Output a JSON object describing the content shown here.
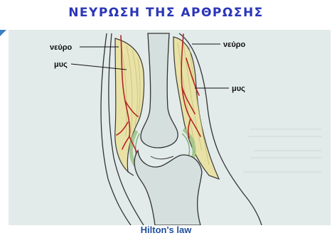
{
  "slide": {
    "title": "ΝΕΥΡΩΣΗ ΤΗΣ ΑΡΘΡΩΣΗΣ",
    "caption": "Hilton's law"
  },
  "diagram": {
    "labels": {
      "nerve_left": "νεύρο",
      "muscle_left": "μυς",
      "nerve_right": "νεύρο",
      "muscle_right": "μυς"
    }
  },
  "colors": {
    "title": "#2a35b8",
    "caption": "#1f4e9c",
    "accent_tab": "#3b7fc4",
    "muscle": "#e9e2a6",
    "bone": "#d5e0de",
    "nerve": "#b32424"
  }
}
